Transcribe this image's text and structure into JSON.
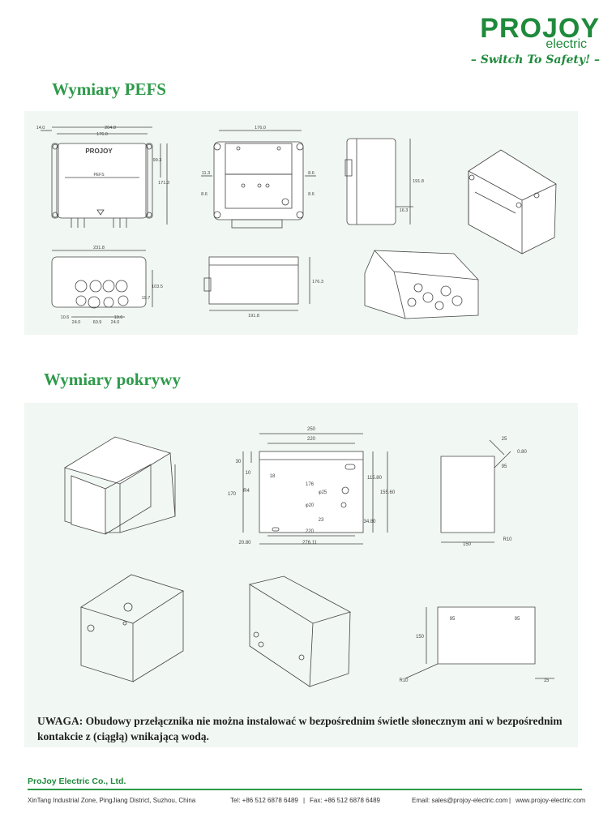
{
  "header": {
    "brand": "PROJOY",
    "brand_sub": "electric",
    "tagline": "– Switch To Safety! –"
  },
  "sections": {
    "pefs_title": "Wymiary PEFS",
    "cover_title": "Wymiary pokrywy"
  },
  "pefs_drawings": {
    "front_label": "PEFS",
    "front_brand": "PROJOY",
    "dims": {
      "d204": "204.8",
      "d14": "14.0",
      "d176": "176.0",
      "d99": "99.3",
      "d171": "171.3",
      "d176b": "176.0",
      "d11": "11.3",
      "d86a": "8.6",
      "d86b": "8.6",
      "d8": "8.6",
      "d1918": "191.8",
      "d163": "16.3",
      "d2318": "231.8",
      "d1035": "103.5",
      "d197": "19.7",
      "d106a": "10.6",
      "d24a": "24.0",
      "d609": "60.9",
      "d106b": "10.6",
      "d24b": "24.0",
      "d1763": "176.3",
      "d1918b": "191.8"
    }
  },
  "cover_drawings": {
    "dims": {
      "d250": "250",
      "d220": "220",
      "d30": "30",
      "d10": "10",
      "d18": "18",
      "r4": "R4",
      "d170": "170",
      "d176": "176",
      "phi25": "φ25",
      "phi20": "φ20",
      "d23": "23",
      "d220b": "220",
      "d2611": "276.11",
      "d2080": "20.80",
      "d3480": "34.80",
      "d11580": "115.80",
      "d15560": "155.60",
      "d25": "25",
      "d080": "0.80",
      "d95a": "95",
      "d150": "150",
      "r10": "R10",
      "d95b": "95",
      "d95c": "95",
      "d150b": "150",
      "r10b": "R10",
      "d15": "15"
    }
  },
  "note": {
    "label": "UWAGA:",
    "text": " Obudowy przełącznika nie można instalować w bezpośrednim świetle słonecznym ani w bezpośrednim kontakcie z (ciągłą) wnikającą wodą."
  },
  "footer": {
    "company": "ProJoy Electric Co., Ltd.",
    "address": "XinTang Industrial Zone, PingJiang District, Suzhou, China",
    "phone": "Tel: +86 512 6878 6489",
    "fax": "Fax: +86 512 6878 6489",
    "email": "Email: sales@projoy-electric.com",
    "web": "www.projoy-electric.com",
    "sep": "|"
  },
  "colors": {
    "brand_green": "#1f8a3c",
    "heading_green": "#2e9a4a",
    "panel_bg": "#f1f7f3"
  }
}
